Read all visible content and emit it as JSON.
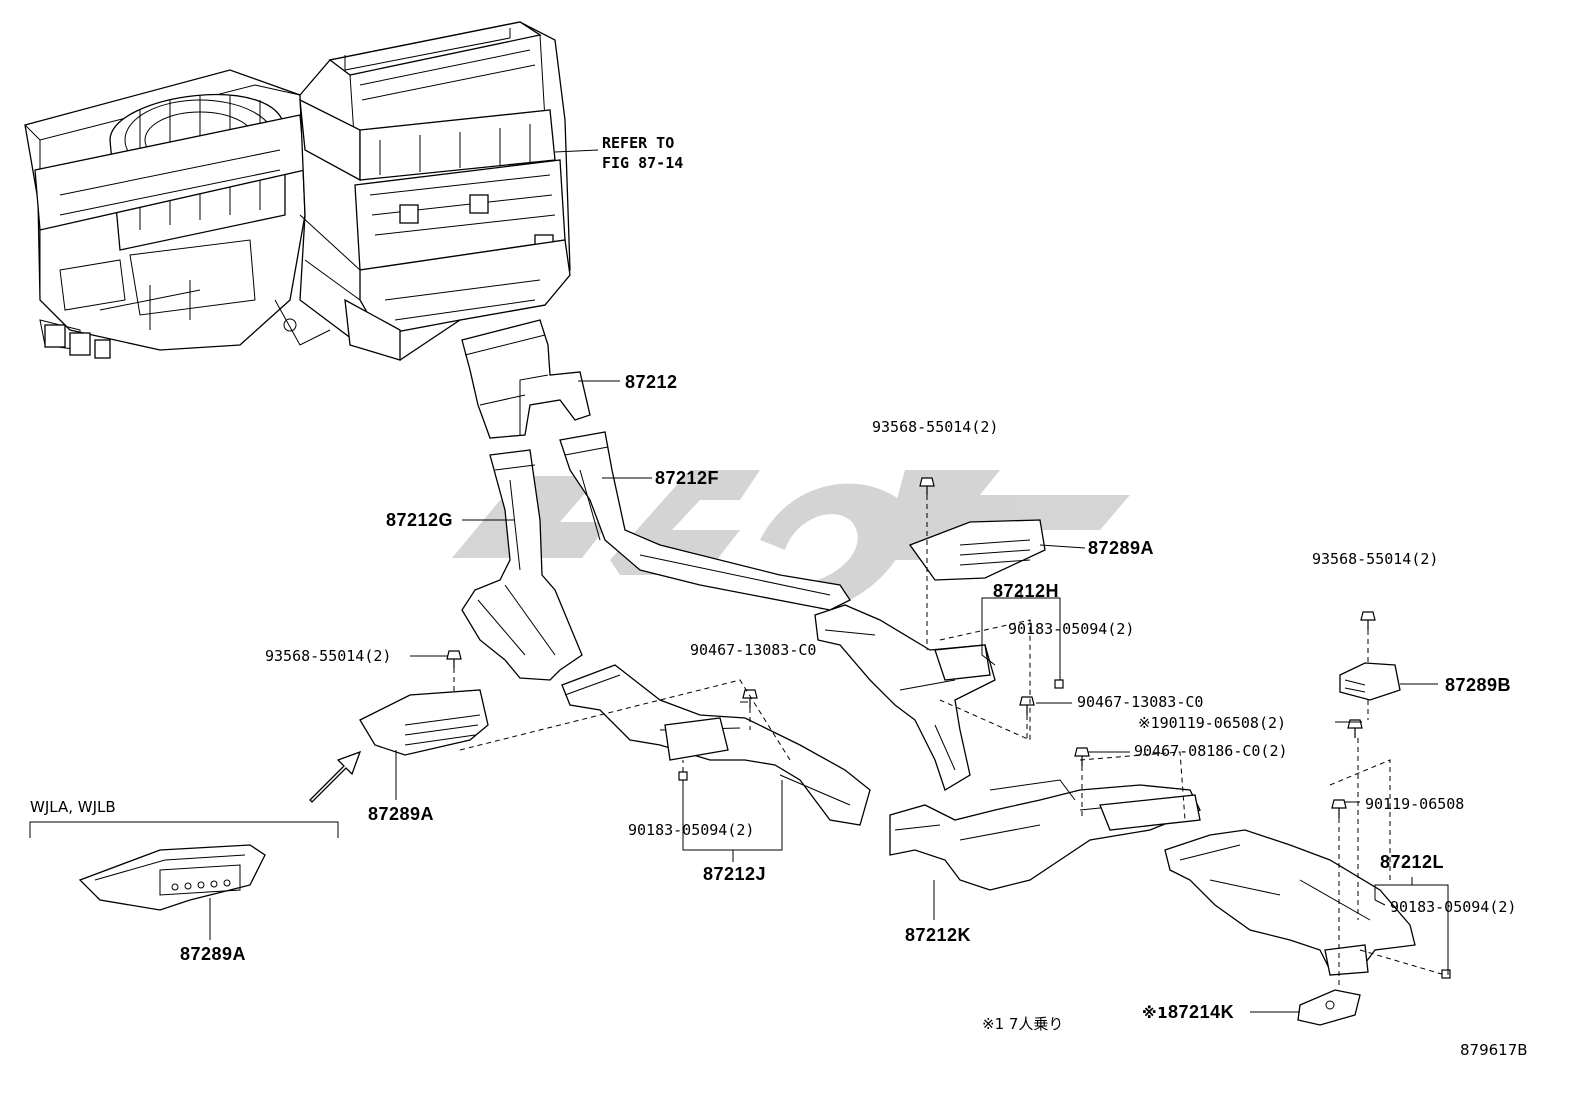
{
  "diagram": {
    "reference": {
      "line1": "REFER TO",
      "line2": "FIG 87-14"
    },
    "labels": {
      "p87212": "87212",
      "p87212F": "87212F",
      "p87212G": "87212G",
      "p93568_top": "93568-55014(2)",
      "p87289A_top": "87289A",
      "p87212H": "87212H",
      "p90183_h": "90183-05094(2)",
      "p90467_13083_r": "90467-13083-C0",
      "p93568_right": "93568-55014(2)",
      "p87289B": "87289B",
      "p90119_06508_2": "90119-06508(2)",
      "p90467_08186": "90467-08186-C0(2)",
      "p90119_06508": "90119-06508",
      "p87212L": "87212L",
      "p90183_l": "90183-05094(2)",
      "p87214K": "87214K",
      "p93568_left": "93568-55014(2)",
      "p90467_13083_c": "90467-13083-C0",
      "p87289A_mid": "87289A",
      "variant": "WJLA, WJLB",
      "p87289A_bottom": "87289A",
      "p90183_j": "90183-05094(2)",
      "p87212J": "87212J",
      "p87212K": "87212K"
    },
    "note_mark": "※1",
    "note_text": "※1 7人乗り",
    "figure_id": "879617B"
  }
}
